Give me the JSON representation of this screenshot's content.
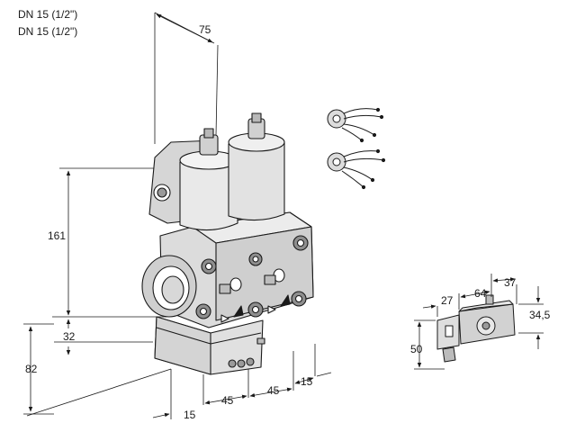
{
  "header": {
    "line1": "DN 15 (1/2\")",
    "line2": "DN 15 (1/2\")"
  },
  "dimensions": {
    "d75": "75",
    "d161": "161",
    "d32": "32",
    "d82": "82",
    "d15_bottom": "15",
    "d45_left": "45",
    "d45_right": "45",
    "d15_right": "15"
  },
  "side_view": {
    "d27": "27",
    "d64": "64",
    "d37": "37",
    "d34_5": "34,5",
    "d50": "50"
  },
  "colors": {
    "line": "#1a1a1a",
    "body": "#d9d9d9",
    "shade": "#b5b5b5",
    "dark": "#8a8a8a"
  }
}
